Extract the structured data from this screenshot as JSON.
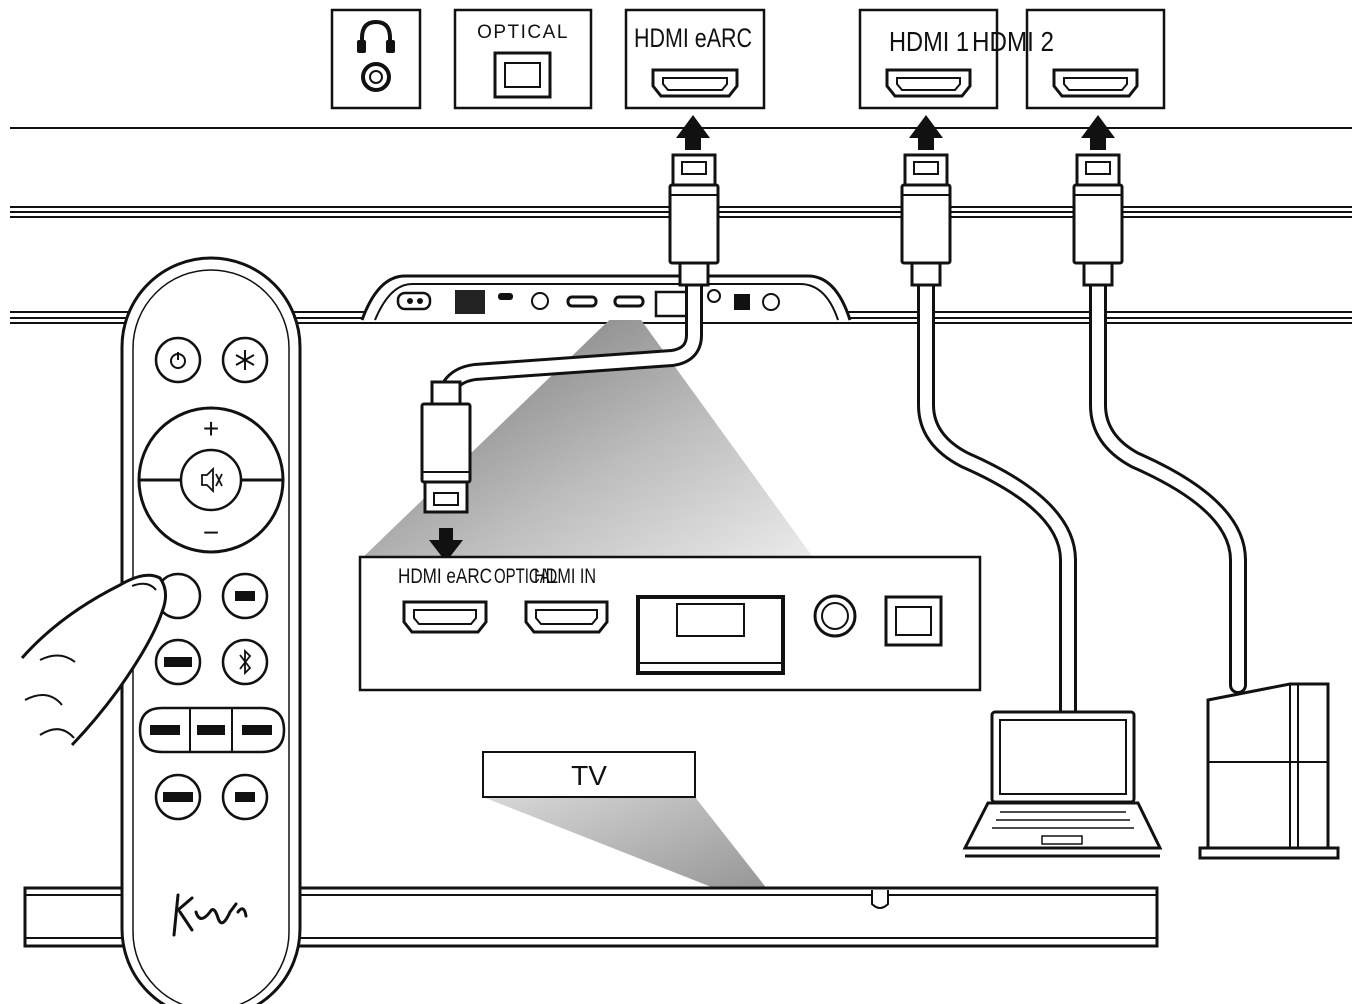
{
  "top_ports": {
    "headphone": "headphone-icon",
    "optical": "OPTICAL",
    "hdmi_earc": "HDMI eARC",
    "hdmi_1": "HDMI 1",
    "hdmi_2": "HDMI 2"
  },
  "panel": {
    "hdmi_earc": "HDMI eARC",
    "optical": "OPTICAL",
    "hdmi_in": "HDMI IN"
  },
  "tv_label": "TV",
  "remote": {
    "brand": "Klipsch",
    "buttons": [
      "power",
      "light",
      "vol-up",
      "mute",
      "vol-down",
      "input",
      "bt"
    ]
  },
  "colors": {
    "stroke": "#111111",
    "background": "#ffffff"
  }
}
